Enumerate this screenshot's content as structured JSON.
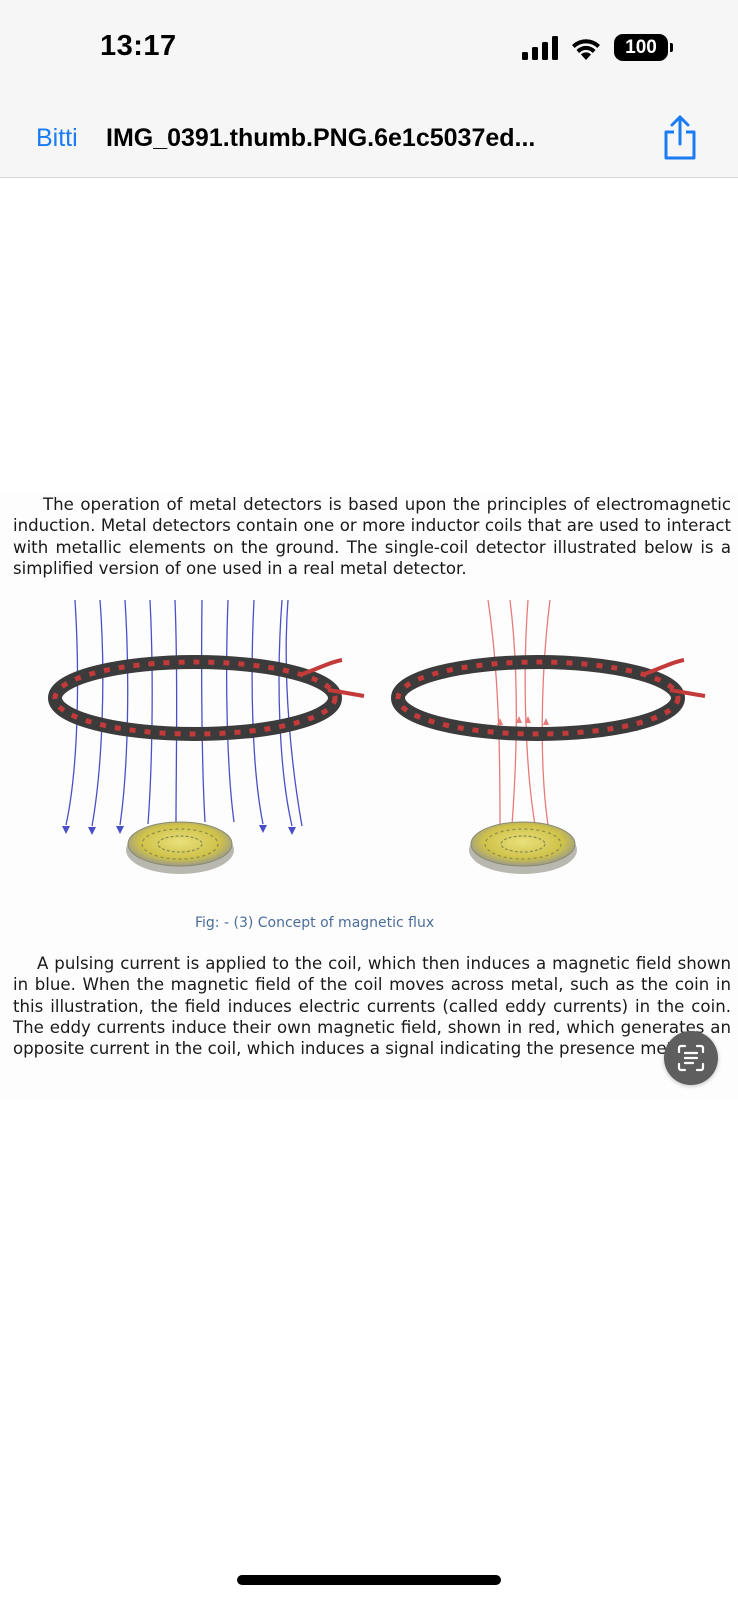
{
  "status_bar": {
    "time": "13:17",
    "battery": "100",
    "icons": [
      "cellular-signal-icon",
      "wifi-icon",
      "battery-icon"
    ]
  },
  "nav": {
    "back_label": "Bitti",
    "title": "IMG_0391.thumb.PNG.6e1c5037ed...",
    "share_icon": "share-icon",
    "accent_color": "#1a7cf2"
  },
  "document": {
    "paragraph_1": "The operation of metal detectors is based upon the principles of electromagnetic induction. Metal detectors contain one or more inductor coils that are used to interact with metallic elements on the ground. The single-coil detector illustrated below is a simplified version of one used in a real metal detector.",
    "caption": "Fig: - (3) Concept of magnetic flux",
    "paragraph_2": "A pulsing current is applied to the coil, which then induces a magnetic field shown in blue. When the magnetic field of the coil moves across metal, such as the coin in this illustration, the field induces electric currents (called eddy currents) in the coin. The eddy currents induce their own magnetic field, shown in red, which generates an opposite current in the coil, which induces a signal indicating the presence metal."
  },
  "floating": {
    "live_text_icon": "live-text-icon"
  }
}
